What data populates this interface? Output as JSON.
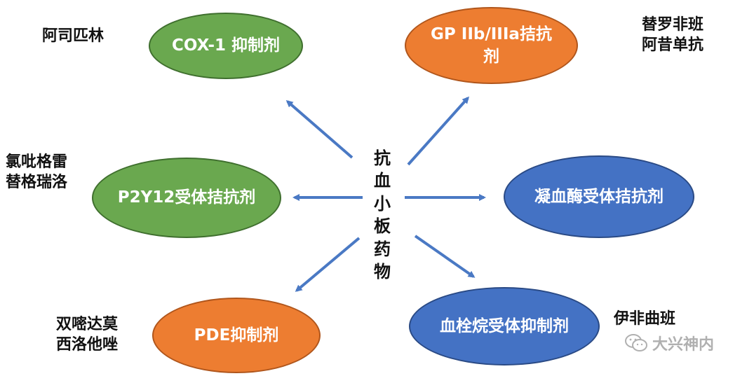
{
  "center_label": "抗血小板药物",
  "nodes": {
    "cox1": {
      "label": "COX-1 抑制剂",
      "drugs": "阿司匹林"
    },
    "gp": {
      "label": "GP IIb/IIIa拮抗剂",
      "drugs": "替罗非班\n阿昔单抗"
    },
    "p2y12": {
      "label": "P2Y12受体拮抗剂",
      "drugs": "氯吡格雷\n替格瑞洛"
    },
    "thrombin": {
      "label": "凝血酶受体拮抗剂",
      "drugs": ""
    },
    "pde": {
      "label": "PDE抑制剂",
      "drugs": "双嘧达莫\n西洛他唑"
    },
    "thromboxane": {
      "label": "血栓烷受体抑制剂",
      "drugs": "伊非曲班"
    }
  },
  "colors": {
    "green": "#6aa84f",
    "orange": "#ed7d31",
    "blue": "#4472c4",
    "arrow": "#4a79c4"
  },
  "watermark": {
    "text": "大兴神内",
    "icon": "wechat-icon"
  }
}
